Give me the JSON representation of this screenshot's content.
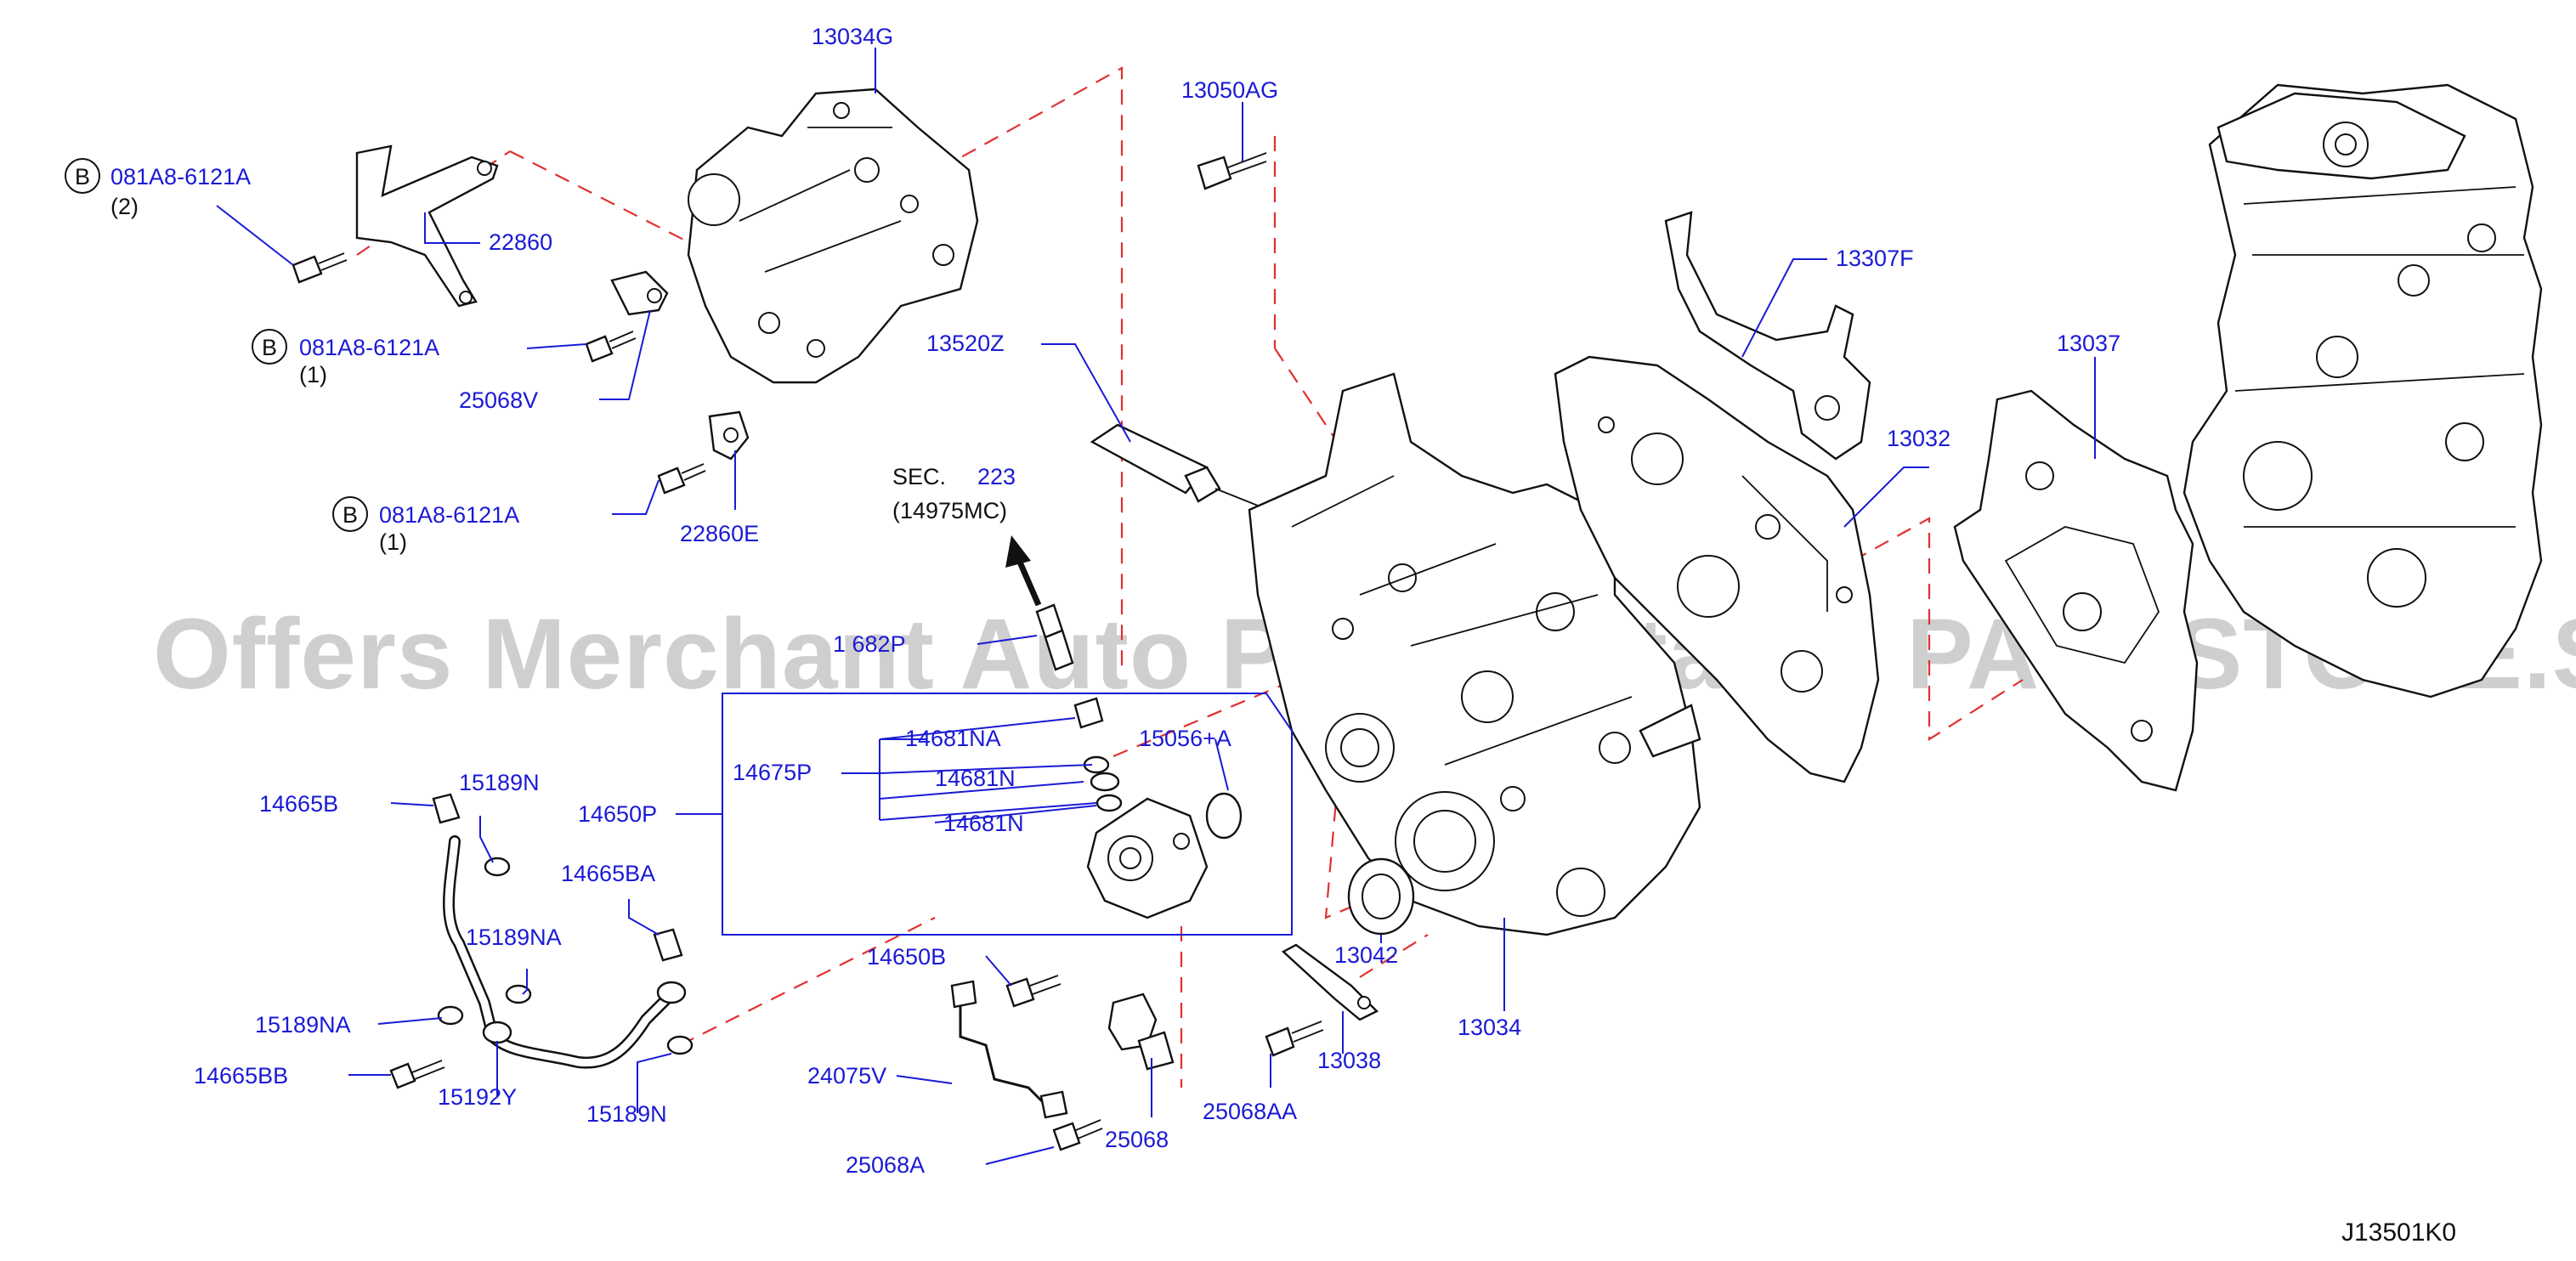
{
  "diagram": {
    "watermark": "Offers Merchant Auto Parts Catalog PARTSTORE.SA",
    "drawing_code": "J13501K0",
    "sec_ref": {
      "prefix": "SEC.",
      "number": "223",
      "sub": "(14975MC)"
    },
    "labels": {
      "p13034G": "13034G",
      "p13050AG": "13050AG",
      "p22860": "22860",
      "p081A8_a": "081A8-6121A",
      "qty_a": "(2)",
      "p081A8_b": "081A8-6121A",
      "qty_b": "(1)",
      "p25068V": "25068V",
      "p081A8_c": "081A8-6121A",
      "qty_c": "(1)",
      "p22860E": "22860E",
      "p13520Z": "13520Z",
      "p1682P": "1 682P",
      "p13307F": "13307F",
      "p13037": "13037",
      "p13032": "13032",
      "p14681NA": "14681NA",
      "p15056A": "15056+A",
      "p14675P": "14675P",
      "p14681N_a": "14681N",
      "p14681N_b": "14681N",
      "p14650P": "14650P",
      "p14665B": "14665B",
      "p15189N_a": "15189N",
      "p14665BA": "14665BA",
      "p15189NA_a": "15189NA",
      "p15189NA_b": "15189NA",
      "p14665BB": "14665BB",
      "p15192Y": "15192Y",
      "p15189N_b": "15189N",
      "p14650B": "14650B",
      "p24075V": "24075V",
      "p25068A": "25068A",
      "p25068": "25068",
      "p13042": "13042",
      "p13038": "13038",
      "p25068AA": "25068AA",
      "p13034": "13034"
    },
    "bolt_marker": "B"
  }
}
